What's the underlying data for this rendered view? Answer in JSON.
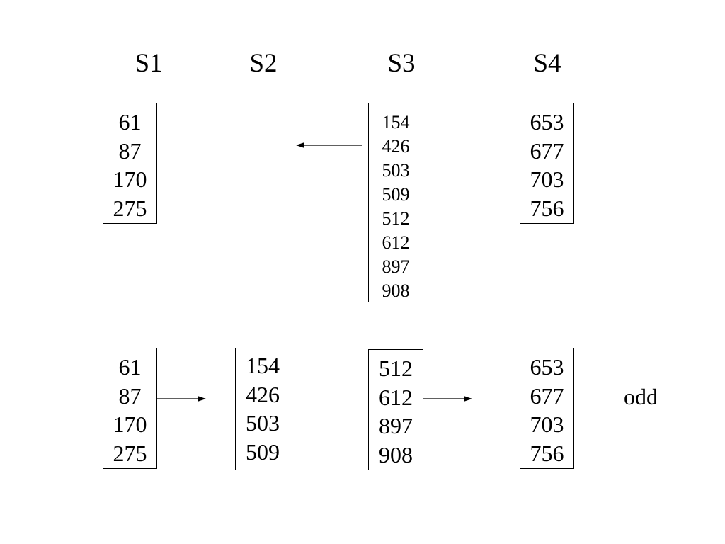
{
  "headers": [
    "S1",
    "S2",
    "S3",
    "S4"
  ],
  "top_row": {
    "s1": [
      "61",
      "87",
      "170",
      "275"
    ],
    "s3_upper": [
      "154",
      "426",
      "503",
      "509"
    ],
    "s3_lower": [
      "512",
      "612",
      "897",
      "908"
    ],
    "s4": [
      "653",
      "677",
      "703",
      "756"
    ]
  },
  "bottom_row": {
    "s1": [
      "61",
      "87",
      "170",
      "275"
    ],
    "s2": [
      "154",
      "426",
      "503",
      "509"
    ],
    "s3": [
      "512",
      "612",
      "897",
      "908"
    ],
    "s4": [
      "653",
      "677",
      "703",
      "756"
    ]
  },
  "side_label": "odd"
}
